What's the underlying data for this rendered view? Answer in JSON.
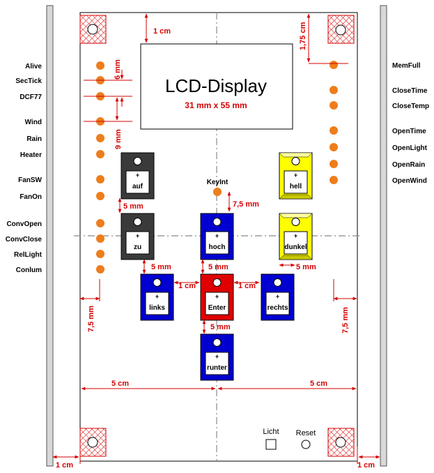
{
  "lcd": {
    "title": "LCD-Display",
    "size": "31 mm x 55 mm"
  },
  "left_leds": [
    "Alive",
    "SecTick",
    "DCF77",
    "Wind",
    "Rain",
    "Heater",
    "FanSW",
    "FanOn",
    "ConvOpen",
    "ConvClose",
    "RelLight",
    "Conlum"
  ],
  "right_leds": [
    "MemFull",
    "CloseTime",
    "CloseTemp",
    "OpenTime",
    "OpenLight",
    "OpenRain",
    "OpenWind"
  ],
  "keyint_label": "KeyInt",
  "buttons": {
    "auf": "auf",
    "zu": "zu",
    "hoch": "hoch",
    "links": "links",
    "enter": "Enter",
    "rechts": "rechts",
    "runter": "runter",
    "hell": "hell",
    "dunkel": "dunkel",
    "plus": "+"
  },
  "bottom": {
    "licht": "Licht",
    "reset": "Reset"
  },
  "dims": {
    "top_1cm": "1 cm",
    "top_175cm": "1,75 cm",
    "six_mm": "6 mm",
    "nine_mm": "9 mm",
    "five_mm_a": "5 mm",
    "five_mm_b": "5 mm",
    "five_mm_c": "5 mm",
    "five_mm_d": "5 mm",
    "five_mm_e": "5 mm",
    "seven5_keyint": "7,5 mm",
    "one_cm_l": "1 cm",
    "one_cm_r": "1 cm",
    "seven5_left": "7,5 mm",
    "seven5_right": "7,5 mm",
    "five_cm_l": "5 cm",
    "five_cm_r": "5 cm",
    "outer_1cm_l": "1 cm",
    "outer_1cm_r": "1 cm"
  },
  "colors": {
    "led": "#ee7d1c",
    "black_btn": "#3a3a3a",
    "blue_btn": "#0000d0",
    "red_btn": "#e00000",
    "yellow_btn": "#ffff00",
    "dim": "#d40000"
  }
}
